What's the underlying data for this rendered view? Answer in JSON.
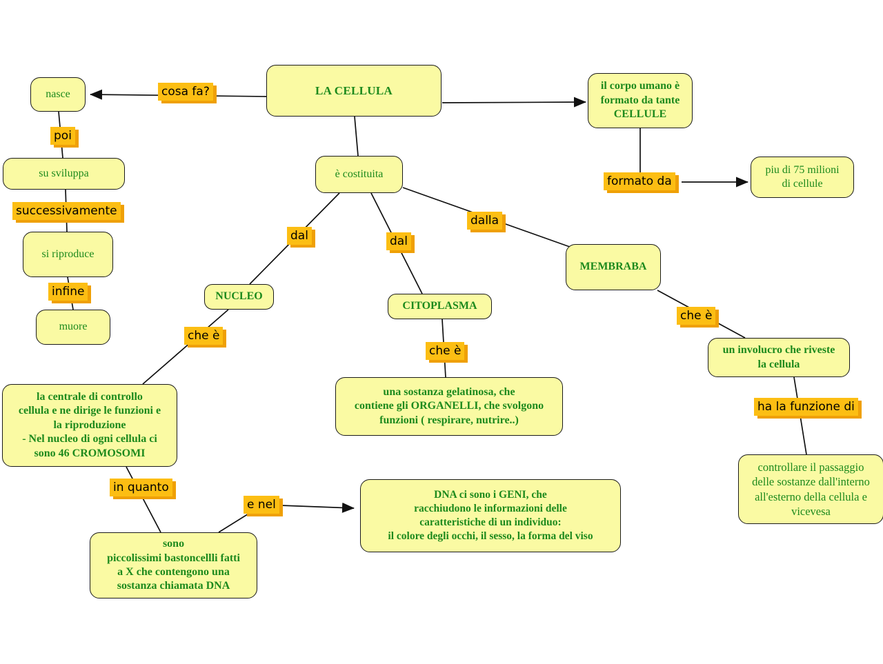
{
  "diagram": {
    "type": "concept-map",
    "language": "it",
    "topic": "LA CELLULA"
  },
  "colors": {
    "background": "#ffffff",
    "node_fill": "#fafaa3",
    "node_border": "#1a1a1a",
    "node_text": "#1d8a1d",
    "label_bg": "#fcbe13",
    "label_shadow": "#efa006",
    "label_text": "#000000",
    "line": "#111111"
  },
  "nodes": {
    "la_cellula": "LA CELLULA",
    "nasce": "nasce",
    "su_sviluppa": "su sviluppa",
    "si_riproduce": "si riproduce",
    "muore": "muore",
    "e_costituita": "è costituita",
    "corpo_umano": "il corpo umano è\nformato da tante\nCELLULE",
    "milioni_cellule": "piu di 75 milioni\ndi cellule",
    "nucleo": "NUCLEO",
    "citoplasma": "CITOPLASMA",
    "membrana": "MEMBRABA",
    "centrale_controllo": "la centrale di controllo\ncellula e ne dirige le funzioni e\nla riproduzione\n- Nel nucleo di ogni cellula ci\nsono 46 CROMOSOMI",
    "sostanza_gelatinosa": "una sostanza gelatinosa, che\ncontiene gli ORGANELLI, che svolgono\nfunzioni ( respirare, nutrire..)",
    "involucro": "un involucro che riveste\nla cellula",
    "controllare_passaggio": "controllare il passaggio\ndelle sostanze dall'interno\nall'esterno della cellula e\nvicevesa",
    "cromosomi": "sono\npiccolissimi bastoncellli fatti\na X che contengono una\nsostanza chiamata DNA",
    "dna_geni": "DNA ci sono i GENI, che\nracchiudono le informazioni delle\ncaratteristiche di un individuo:\nil colore degli occhi, il sesso, la forma del viso"
  },
  "edge_labels": {
    "cosa_fa": "cosa fa?",
    "poi": "poi",
    "successivamente": "successivamente",
    "infine": "infine",
    "formato_da": "formato da",
    "dal_nucleo": "dal",
    "dal_citoplasma": "dal",
    "dalla": "dalla",
    "che_e_nucleo": "che è",
    "che_e_citoplasma": "che è",
    "che_e_membrana": "che è",
    "ha_la_funzione_di": "ha la funzione di",
    "in_quanto": "in quanto",
    "e_nel": "e nel"
  },
  "edges": [
    {
      "from": "la_cellula",
      "label": "cosa fa?",
      "to": "nasce",
      "arrow": true
    },
    {
      "from": "nasce",
      "label": "poi",
      "to": "su_sviluppa",
      "arrow": false
    },
    {
      "from": "su_sviluppa",
      "label": "successivamente",
      "to": "si_riproduce",
      "arrow": false
    },
    {
      "from": "si_riproduce",
      "label": "infine",
      "to": "muore",
      "arrow": false
    },
    {
      "from": "la_cellula",
      "label": "",
      "to": "corpo_umano",
      "arrow": true
    },
    {
      "from": "corpo_umano",
      "label": "formato da",
      "to": "milioni_cellule",
      "arrow": true
    },
    {
      "from": "la_cellula",
      "label": "",
      "to": "e_costituita",
      "arrow": false
    },
    {
      "from": "e_costituita",
      "label": "dal",
      "to": "nucleo",
      "arrow": false
    },
    {
      "from": "e_costituita",
      "label": "dal",
      "to": "citoplasma",
      "arrow": false
    },
    {
      "from": "e_costituita",
      "label": "dalla",
      "to": "membrana",
      "arrow": false
    },
    {
      "from": "nucleo",
      "label": "che è",
      "to": "centrale_controllo",
      "arrow": false
    },
    {
      "from": "citoplasma",
      "label": "che è",
      "to": "sostanza_gelatinosa",
      "arrow": false
    },
    {
      "from": "membrana",
      "label": "che è",
      "to": "involucro",
      "arrow": false
    },
    {
      "from": "involucro",
      "label": "ha la funzione di",
      "to": "controllare_passaggio",
      "arrow": false
    },
    {
      "from": "centrale_controllo",
      "label": "in quanto",
      "to": "cromosomi",
      "arrow": false
    },
    {
      "from": "cromosomi",
      "label": "e nel",
      "to": "dna_geni",
      "arrow": true
    }
  ]
}
